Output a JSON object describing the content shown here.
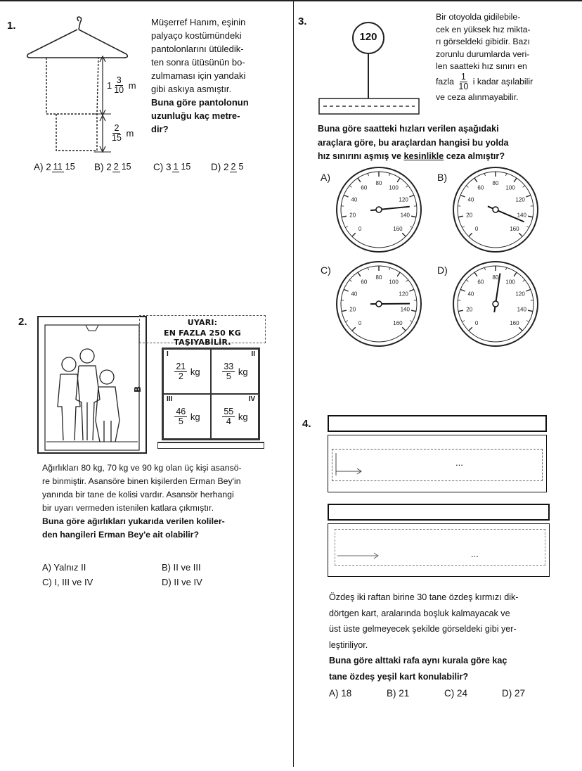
{
  "q1": {
    "number": "1.",
    "text": [
      "Müşerref Hanım, eşinin",
      "palyaço kostümündeki",
      "pantolonlarını ütüledik-",
      "ten sonra ütüsünün bo-",
      "zulmaması için yandaki",
      "gibi askıya asmıştır."
    ],
    "question": [
      "Buna göre pantolonun",
      "uzunluğu kaç metre-",
      "dir?"
    ],
    "label_top": {
      "whole": "1",
      "num": "3",
      "den": "10",
      "unit": "m"
    },
    "label_bottom": {
      "num": "2",
      "den": "15",
      "unit": "m"
    },
    "options": [
      {
        "label": "A)",
        "whole": "2",
        "num": "11",
        "den": "15"
      },
      {
        "label": "B)",
        "whole": "2",
        "num": "2",
        "den": "15"
      },
      {
        "label": "C)",
        "whole": "3",
        "num": "1",
        "den": "15"
      },
      {
        "label": "D)",
        "whole": "2",
        "num": "2",
        "den": "5"
      }
    ]
  },
  "q2": {
    "number": "2.",
    "warning": [
      "UYARI:",
      "EN FAZLA 250 KG TAŞIYABİLİR."
    ],
    "boxes": [
      {
        "roman": "I",
        "num": "21",
        "den": "2",
        "unit": "kg"
      },
      {
        "roman": "II",
        "num": "33",
        "den": "5",
        "unit": "kg"
      },
      {
        "roman": "III",
        "num": "46",
        "den": "5",
        "unit": "kg"
      },
      {
        "roman": "IV",
        "num": "55",
        "den": "4",
        "unit": "kg"
      }
    ],
    "text": [
      "Ağırlıkları 80 kg, 70 kg ve 90 kg olan üç kişi asansö-",
      "re binmiştir. Asansöre binen kişilerden Erman Bey'in",
      "yanında bir tane de kolisi vardır. Asansör herhangi",
      "bir uyarı vermeden istenilen katlara çıkmıştır."
    ],
    "question": [
      "Buna göre ağırlıkları yukarıda verilen koliler-",
      "den hangileri Erman Bey'e ait olabilir?"
    ],
    "options": [
      {
        "label": "A) Yalnız II"
      },
      {
        "label": "B) II ve III"
      },
      {
        "label": "C) I, III ve IV"
      },
      {
        "label": "D) II ve IV"
      }
    ]
  },
  "q3": {
    "number": "3.",
    "sign": "120",
    "text_a": [
      "Bir otoyolda gidilebile-",
      "cek en yüksek hız mikta-",
      "rı görseldeki gibidir. Bazı",
      "zorunlu durumlarda veri-",
      "len saatteki hız sınırı en"
    ],
    "text_b_prefix": "fazla",
    "text_b_num": "1",
    "text_b_den": "10",
    "text_b_suffix": "i kadar aşılabilir",
    "text_c": "ve ceza alınmayabilir.",
    "question": [
      "Buna göre saatteki hızları verilen aşağıdaki",
      "araçlara göre, bu araçlardan hangisi bu yolda"
    ],
    "question_last_prefix": "hız sınırını aşmış ve",
    "question_last_underline": "kesinlikle",
    "question_last_suffix": "ceza almıştır?",
    "speed_scale": [
      "0",
      "20",
      "40",
      "60",
      "80",
      "100",
      "120",
      "140",
      "160"
    ],
    "gauges": [
      {
        "label": "A)",
        "speed": 130
      },
      {
        "label": "B)",
        "speed": 147
      },
      {
        "label": "C)",
        "speed": 133
      },
      {
        "label": "D)",
        "speed": 85
      }
    ]
  },
  "q4": {
    "number": "4.",
    "ellipsis": "...",
    "text": [
      "Özdeş iki raftan birine 30 tane özdeş kırmızı dik-",
      "dörtgen kart, aralarında boşluk kalmayacak ve",
      "üst üste gelmeyecek şekilde görseldeki gibi yer-",
      "leştiriliyor."
    ],
    "question": [
      "Buna göre alttaki rafa aynı kurala göre kaç",
      "tane özdeş yeşil kart konulabilir?"
    ],
    "options": [
      {
        "label": "A) 18"
      },
      {
        "label": "B) 21"
      },
      {
        "label": "C) 24"
      },
      {
        "label": "D) 27"
      }
    ]
  }
}
